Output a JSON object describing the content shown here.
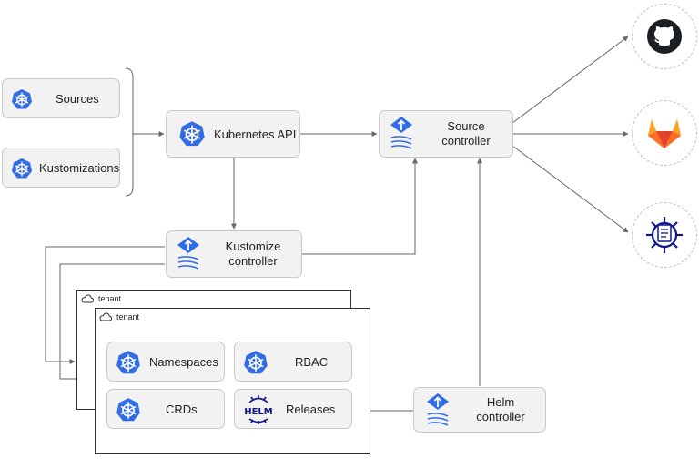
{
  "nodes": {
    "sources": "Sources",
    "kustomizations": "Kustomizations",
    "kubernetes_api": "Kubernetes API",
    "source_controller": [
      "Source",
      "controller"
    ],
    "kustomize_controller": [
      "Kustomize",
      "controller"
    ],
    "helm_controller": [
      "Helm",
      "controller"
    ],
    "namespaces": "Namespaces",
    "rbac": "RBAC",
    "crds": "CRDs",
    "releases": "Releases"
  },
  "tenant_labels": [
    "tenant",
    "tenant"
  ],
  "helm_logo_text": "HELM",
  "external_icons": [
    "github-icon",
    "gitlab-icon",
    "helm-repository-icon"
  ],
  "colors": {
    "k8s_blue": "#326ce5",
    "gitlab_orange": "#e24329",
    "line": "#666666"
  }
}
